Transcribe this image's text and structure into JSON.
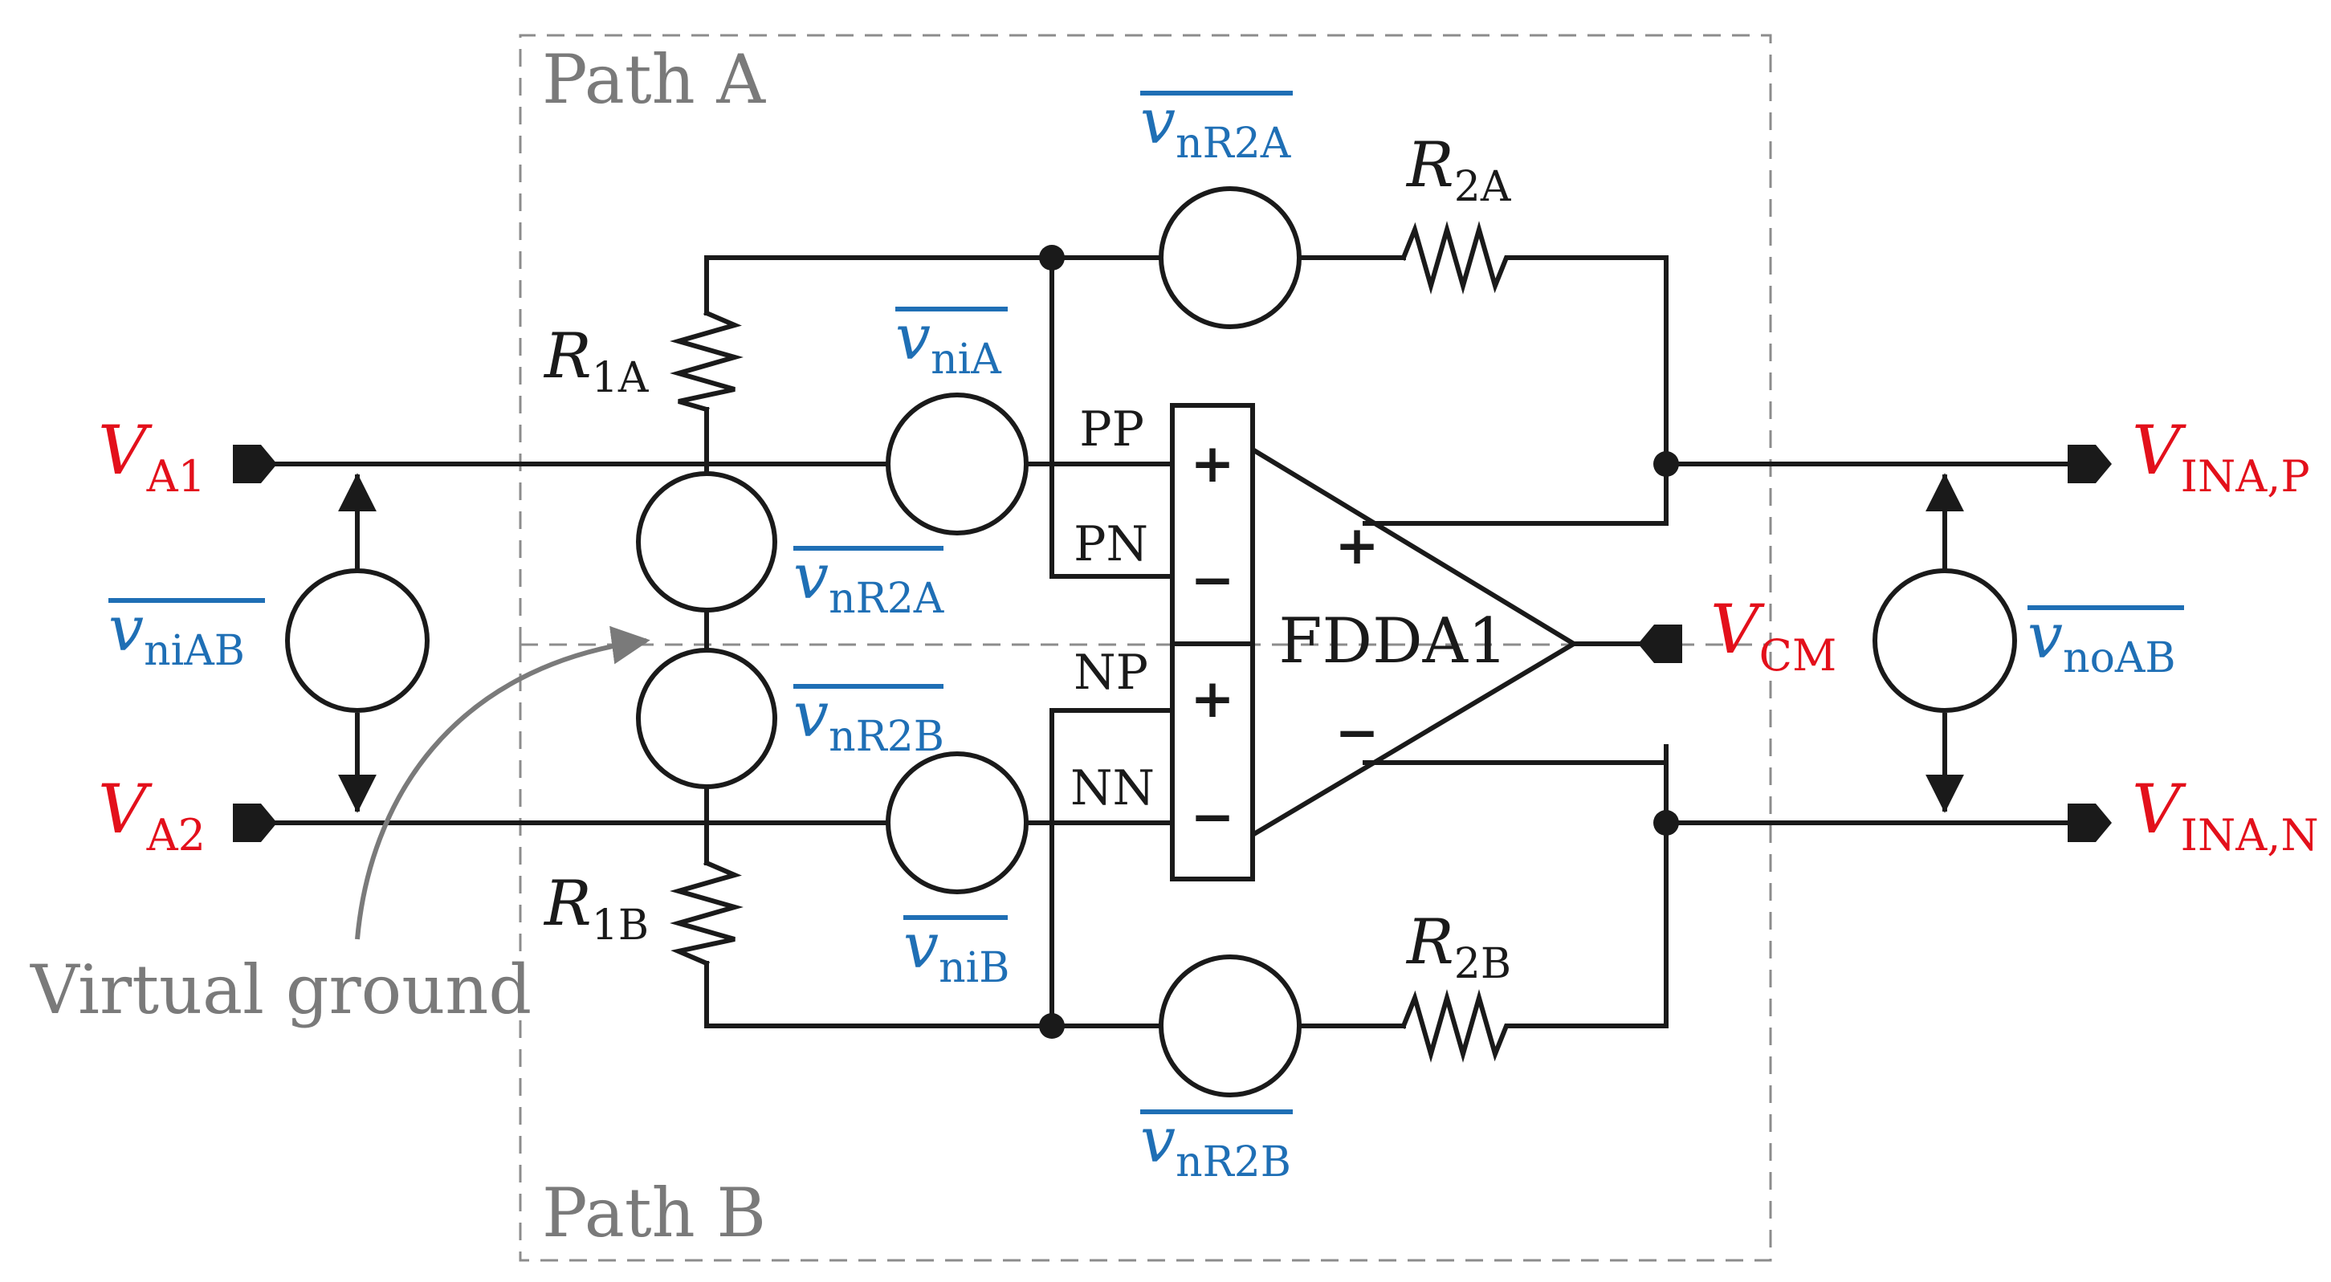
{
  "paths": {
    "a": "Path A",
    "b": "Path B"
  },
  "amplifier": {
    "name": "FDDA1",
    "in_plus": "+",
    "in_minus": "−",
    "out_plus": "+",
    "out_minus": "−"
  },
  "pins": {
    "pp": "PP",
    "pn": "PN",
    "np": "NP",
    "nn": "NN"
  },
  "resistors": {
    "r1a": {
      "sym": "R",
      "sub": "1A"
    },
    "r1b": {
      "sym": "R",
      "sub": "1B"
    },
    "r2a": {
      "sym": "R",
      "sub": "2A"
    },
    "r2b": {
      "sym": "R",
      "sub": "2B"
    }
  },
  "noise_sources": {
    "nr2a_top": {
      "sym": "v",
      "sub": "nR2A"
    },
    "nia": {
      "sym": "v",
      "sub": "niA"
    },
    "nr2a_mid": {
      "sym": "v",
      "sub": "nR2A"
    },
    "nr2b_mid": {
      "sym": "v",
      "sub": "nR2B"
    },
    "nib": {
      "sym": "v",
      "sub": "niB"
    },
    "nr2b_bot": {
      "sym": "v",
      "sub": "nR2B"
    },
    "niab": {
      "sym": "v",
      "sub": "niAB"
    },
    "noab": {
      "sym": "v",
      "sub": "noAB"
    }
  },
  "ports": {
    "va1": {
      "sym": "V",
      "sub": "A1"
    },
    "va2": {
      "sym": "V",
      "sub": "A2"
    },
    "vinap": {
      "sym": "V",
      "sub": "INA,P"
    },
    "vinan": {
      "sym": "V",
      "sub": "INA,N"
    },
    "vcm": {
      "sym": "V",
      "sub": "CM"
    }
  },
  "annotation": {
    "virtual_ground": "Virtual ground"
  },
  "colors": {
    "wire": "#1a1a1a",
    "port_label": "#e3101b",
    "noise_label": "#1f6fb5",
    "annotation": "#7a7a7a",
    "path_box": "#8c8c8c"
  }
}
